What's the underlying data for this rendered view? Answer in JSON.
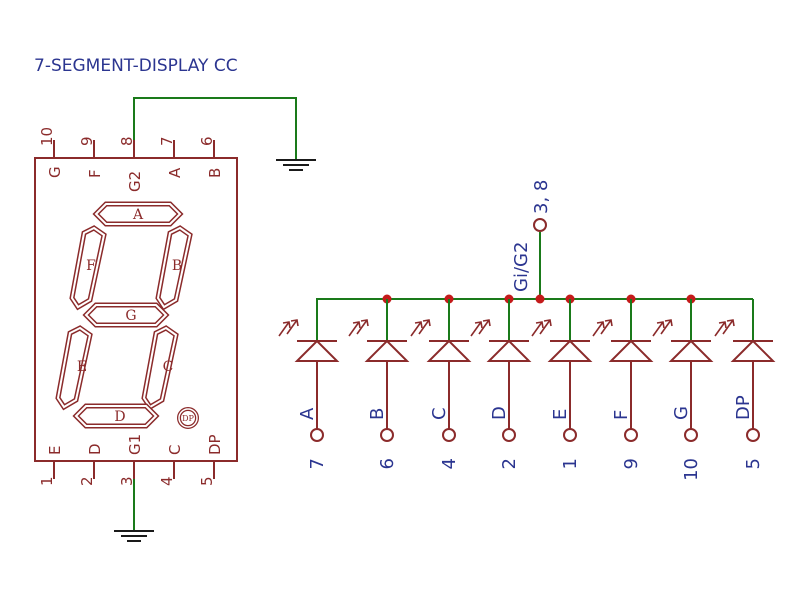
{
  "title": "7-SEGMENT-DISPLAY CC",
  "top_pins": [
    {
      "num": "10",
      "name": "G"
    },
    {
      "num": "9",
      "name": "F"
    },
    {
      "num": "8",
      "name": "G2"
    },
    {
      "num": "7",
      "name": "A"
    },
    {
      "num": "6",
      "name": "B"
    }
  ],
  "bottom_pins": [
    {
      "num": "1",
      "name": "E"
    },
    {
      "num": "2",
      "name": "D"
    },
    {
      "num": "3",
      "name": "G1"
    },
    {
      "num": "4",
      "name": "C"
    },
    {
      "num": "5",
      "name": "DP"
    }
  ],
  "segments": {
    "a": "A",
    "b": "B",
    "c": "C",
    "d": "D",
    "e": "E",
    "f": "F",
    "g": "G",
    "dp": "DP"
  },
  "common": {
    "name": "Gi/G2",
    "pins": "3, 8"
  },
  "diodes": [
    {
      "name": "A",
      "pin": "7"
    },
    {
      "name": "B",
      "pin": "6"
    },
    {
      "name": "C",
      "pin": "4"
    },
    {
      "name": "D",
      "pin": "2"
    },
    {
      "name": "E",
      "pin": "1"
    },
    {
      "name": "F",
      "pin": "9"
    },
    {
      "name": "G",
      "pin": "10"
    },
    {
      "name": "DP",
      "pin": "5"
    }
  ],
  "colors": {
    "symbol": "#8b2b2b",
    "wire": "#1a7a1a",
    "net_label": "#2b3590",
    "junction": "#c41a1a"
  }
}
